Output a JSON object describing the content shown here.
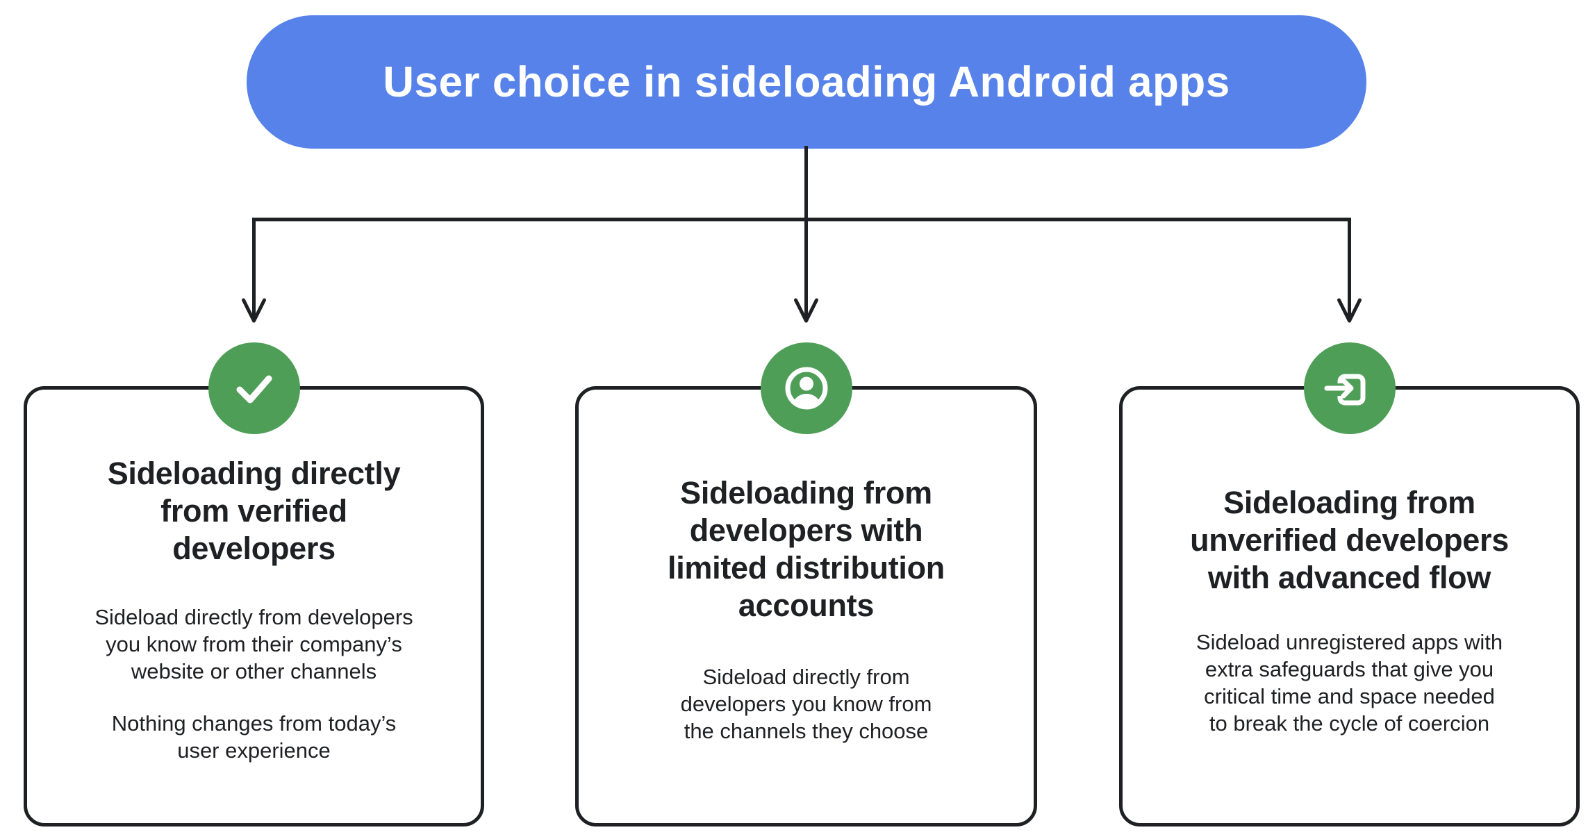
{
  "diagram": {
    "title": "User choice in sideloading Android apps"
  },
  "colors": {
    "title_bg": "#5682e9",
    "title_text": "#ffffff",
    "badge_green": "#4f9e58",
    "outline": "#1f2023",
    "background": "#ffffff"
  },
  "cards": [
    {
      "id": "verified-developers",
      "icon": "check-icon",
      "heading": "Sideloading directly\nfrom verified\ndevelopers",
      "paragraphs": [
        "Sideload directly from developers\nyou know from their company’s\nwebsite or other channels",
        "Nothing changes from today’s\nuser experience"
      ]
    },
    {
      "id": "limited-distribution-accounts",
      "icon": "account-circle-icon",
      "heading": "Sideloading from\ndevelopers with\nlimited distribution\naccounts",
      "paragraphs": [
        "Sideload directly from\ndevelopers you know from\nthe channels they choose"
      ]
    },
    {
      "id": "unverified-developers-advanced-flow",
      "icon": "login-icon",
      "heading": "Sideloading from\nunverified developers\nwith advanced flow",
      "paragraphs": [
        "Sideload unregistered apps with\nextra safeguards that give you\ncritical time and space needed\nto break the cycle of coercion"
      ]
    }
  ]
}
